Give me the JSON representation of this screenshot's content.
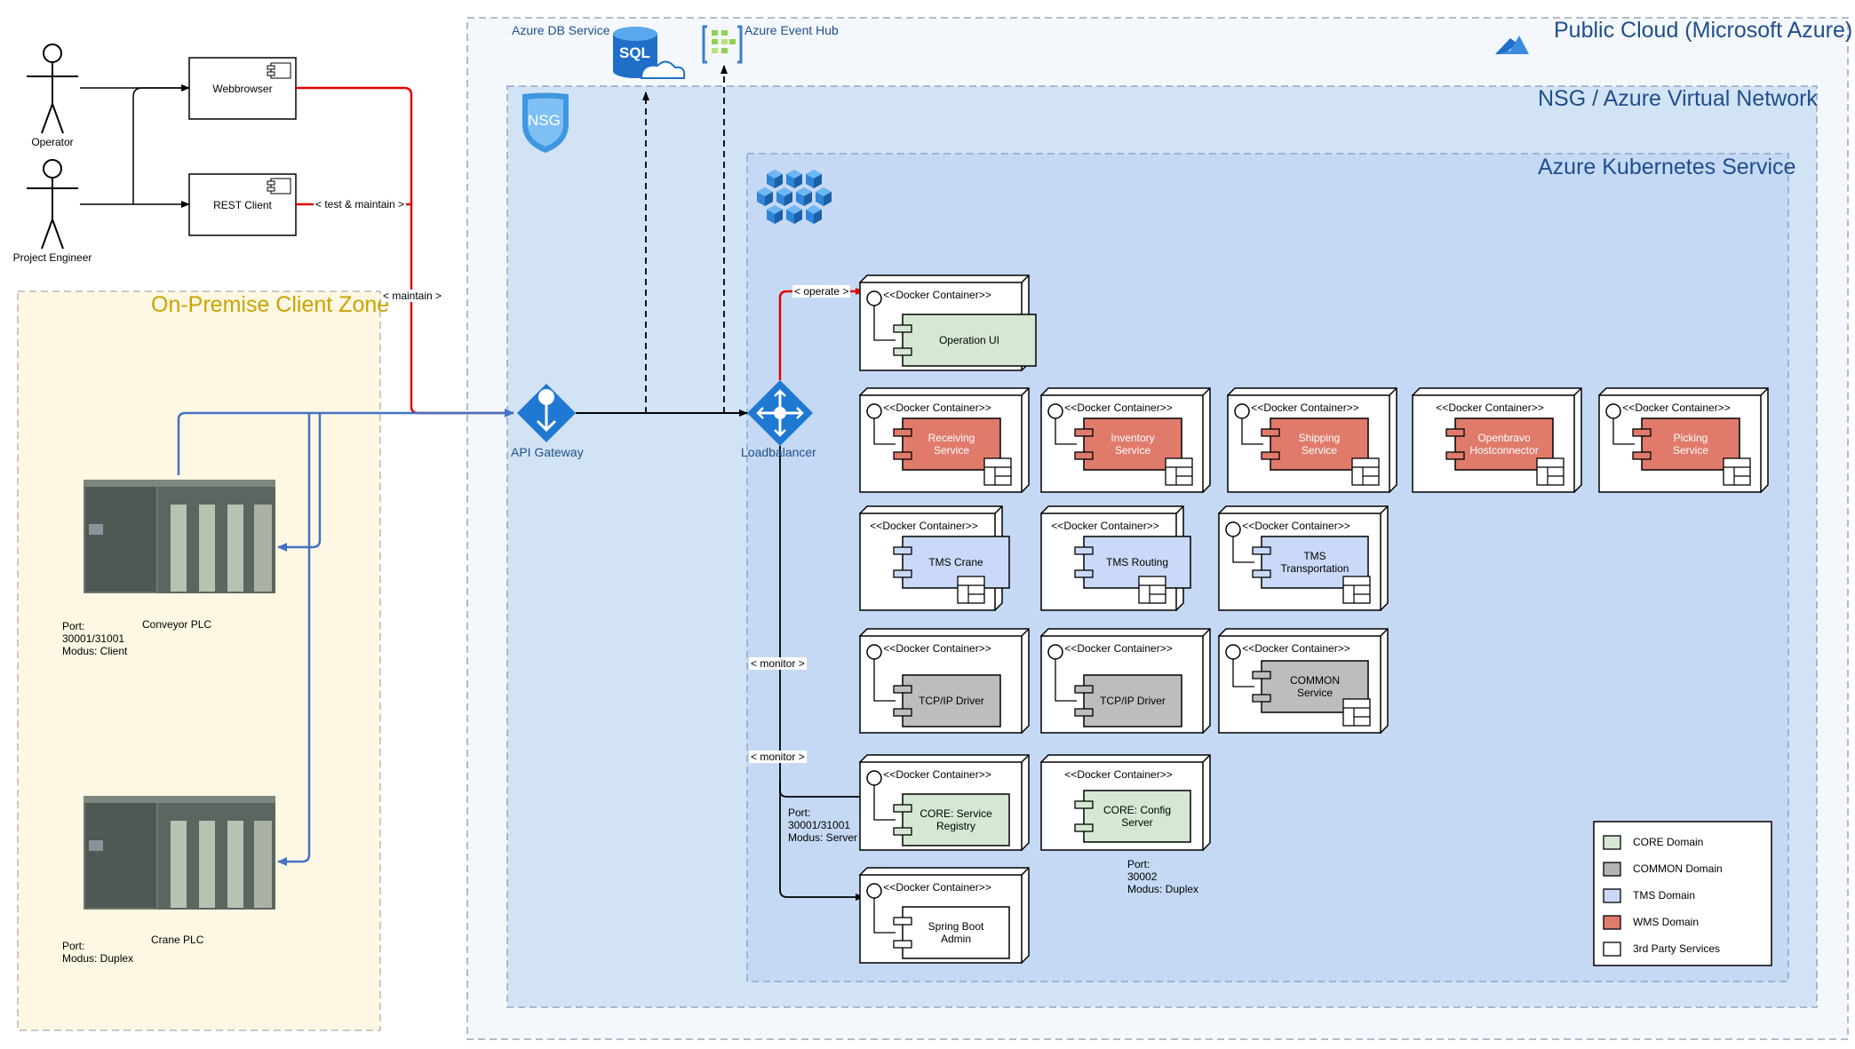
{
  "zones": {
    "public_cloud": "Public Cloud (Microsoft Azure)",
    "nsg": "NSG / Azure Virtual Network",
    "aks": "Azure Kubernetes Service",
    "on_premise": "On-Premise Client Zone"
  },
  "cloud_services": {
    "db": "Azure DB Service",
    "db_icon_text": "SQL",
    "event_hub": "Azure Event Hub",
    "nsg_badge": "NSG"
  },
  "actors": {
    "operator": "Operator",
    "engineer": "Project Engineer"
  },
  "clients": {
    "webbrowser": "Webbrowser",
    "rest": "REST Client"
  },
  "gateways": {
    "api": "API Gateway",
    "lb": "Loadbalancer"
  },
  "edges": {
    "test_maintain": "< test & maintain >",
    "maintain": "< maintain >",
    "operate": "< operate >",
    "monitor1": "< monitor >",
    "monitor2": "< monitor >"
  },
  "plcs": {
    "conveyor_name": "Conveyor PLC",
    "conveyor_info": "Port:\n30001/31001\nModus: Client",
    "crane_name": "Crane PLC",
    "crane_info": "Port:\nModus: Duplex"
  },
  "stereotype": "<<Docker Container>>",
  "containers": {
    "operation_ui": "Operation UI",
    "receiving": "Receiving\nService",
    "inventory": "Inventory\nService",
    "shipping": "Shipping\nService",
    "openbravo": "Openbravo\nHostconnector",
    "picking": "Picking\nService",
    "tms_crane": "TMS Crane",
    "tms_routing": "TMS Routing",
    "tms_transport": "TMS\nTransportation",
    "tcp1": "TCP/IP Driver",
    "tcp2": "TCP/IP Driver",
    "common": "COMMON\nService",
    "registry": "CORE: Service\nRegistry",
    "config": "CORE: Config\nServer",
    "spring": "Spring Boot\nAdmin"
  },
  "ports": {
    "registry": "Port:\n30001/31001\nModus: Server",
    "config": "Port:\n30002\nModus: Duplex"
  },
  "legend": {
    "items": [
      "CORE Domain",
      "COMMON Domain",
      "TMS Domain",
      "WMS Domain",
      "3rd Party Services"
    ],
    "colors": [
      "#d5e8d4",
      "#b3b3b3",
      "#c9d9f7",
      "#e07b6c",
      "#ffffff"
    ]
  },
  "colors": {
    "core": "#d5e8d4",
    "common": "#bdbdbd",
    "tms": "#c9d9f7",
    "wms": "#e07b6c",
    "azure_blue": "#1f6fc9",
    "red_line": "#e00000",
    "blue_line": "#4472c4"
  }
}
